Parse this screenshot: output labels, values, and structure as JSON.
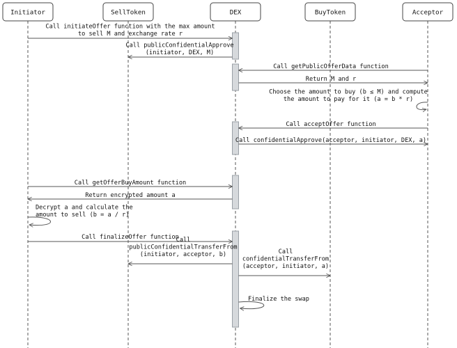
{
  "participants": [
    {
      "id": "initiator",
      "label": "Initiator"
    },
    {
      "id": "selltoken",
      "label": "SellToken"
    },
    {
      "id": "dex",
      "label": "DEX"
    },
    {
      "id": "buytoken",
      "label": "BuyToken"
    },
    {
      "id": "acceptor",
      "label": "Acceptor"
    }
  ],
  "messages": [
    {
      "from": "initiator",
      "to": "dex",
      "lines": [
        "Call initiateOffer function with the max amount",
        "to sell M and exchange rate r"
      ]
    },
    {
      "from": "dex",
      "to": "selltoken",
      "lines": [
        "Call publicConfidentialApprove",
        "(initiator, DEX, M)"
      ]
    },
    {
      "from": "acceptor",
      "to": "dex",
      "lines": [
        "Call getPublicOfferData function"
      ]
    },
    {
      "from": "dex",
      "to": "acceptor",
      "lines": [
        "Return M and r"
      ]
    },
    {
      "from": "acceptor",
      "to": "acceptor",
      "lines": [
        "Choose the amount to buy (b ≤ M) and compute",
        "the amount to pay for it (a = b * r)"
      ]
    },
    {
      "from": "acceptor",
      "to": "dex",
      "lines": [
        "Call acceptOffer function"
      ]
    },
    {
      "from": "dex",
      "to": "acceptor",
      "lines": [
        "Call confidentialApprove(acceptor, initiator, DEX, a)"
      ]
    },
    {
      "from": "initiator",
      "to": "dex",
      "lines": [
        "Call getOfferBuyAmount function"
      ]
    },
    {
      "from": "dex",
      "to": "initiator",
      "lines": [
        "Return encrypted amount a"
      ]
    },
    {
      "from": "initiator",
      "to": "initiator",
      "lines": [
        "Decrypt a and calculate the",
        "amount to sell (b = a / r)"
      ]
    },
    {
      "from": "initiator",
      "to": "dex",
      "lines": [
        "Call finalizeOffer function"
      ]
    },
    {
      "from": "dex",
      "to": "selltoken",
      "lines": [
        "Call",
        "publicConfidentialTransferFrom",
        "(initiator, acceptor, b)"
      ]
    },
    {
      "from": "dex",
      "to": "buytoken",
      "lines": [
        "Call",
        "confidentialTransferFrom",
        "(acceptor, initiator, a)"
      ]
    },
    {
      "from": "dex",
      "to": "dex",
      "lines": [
        "Finalize the swap"
      ]
    }
  ]
}
